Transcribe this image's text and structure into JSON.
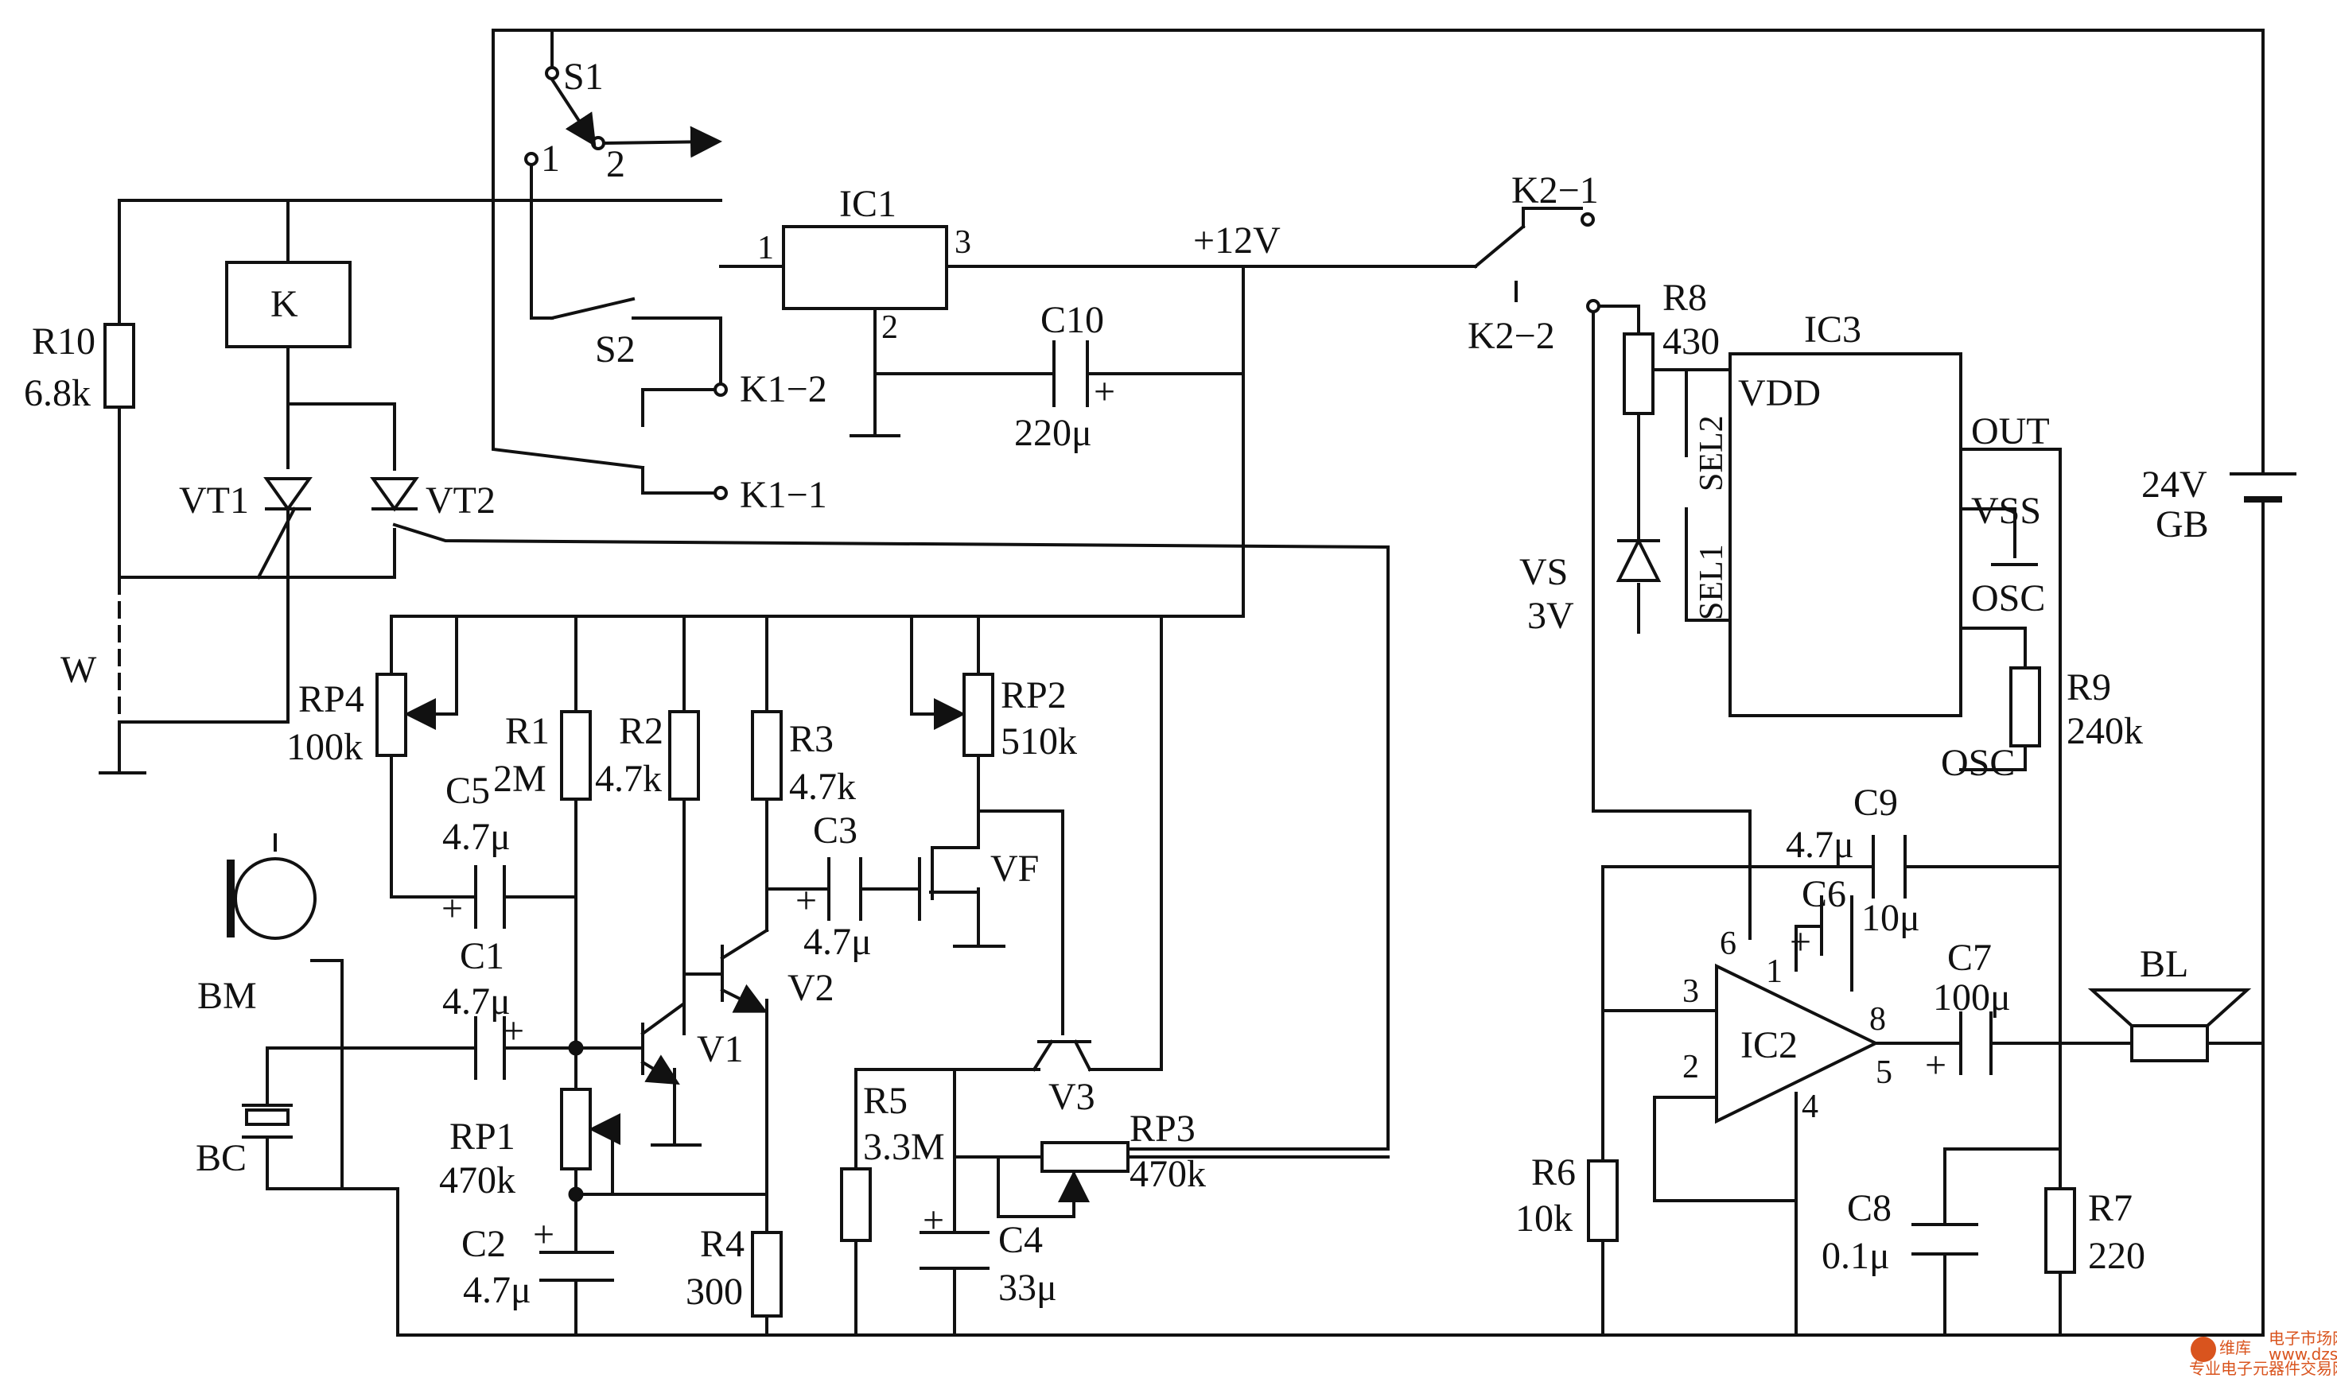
{
  "labels": {
    "s1": "S1",
    "s1_pos1": "1",
    "s1_pos2": "2",
    "s2": "S2",
    "ic1": "IC1",
    "ic1_pin1": "1",
    "ic1_pin2": "2",
    "ic1_pin3": "3",
    "v12": "+12V",
    "k1_2": "K1−2",
    "k1_1": "K1−1",
    "k2_1": "K2−1",
    "k2_2": "K2−2",
    "k": "K",
    "r10": "R10",
    "r10_val": "6.8k",
    "vt1": "VT1",
    "vt2": "VT2",
    "w": "W",
    "c10": "C10",
    "c10_val": "220μ",
    "r8": "R8",
    "r8_val": "430",
    "ic3": "IC3",
    "vdd": "VDD",
    "sel2": "SEL2",
    "sel1": "SEL1",
    "out": "OUT",
    "vss": "VSS",
    "osc_top": "OSC",
    "osc_bot": "OSC",
    "vs": "VS",
    "vs_val": "3V",
    "gb_v": "24V",
    "gb": "GB",
    "r9": "R9",
    "r9_val": "240k",
    "rp4": "RP4",
    "rp4_val": "100k",
    "r1": "R1",
    "r1_val": "2M",
    "r2": "R2",
    "r2_val": "4.7k",
    "r3": "R3",
    "r3_val": "4.7k",
    "rp2": "RP2",
    "rp2_val": "510k",
    "c5": "C5",
    "c5_val": "4.7μ",
    "c3": "C3",
    "c3_val": "4.7μ",
    "vf": "VF",
    "c9": "C9",
    "c9_val": "4.7μ",
    "c6": "C6",
    "c6_val": "10μ",
    "c7": "C7",
    "c7_val": "100μ",
    "bl": "BL",
    "c1": "C1",
    "c1_val": "4.7μ",
    "bm": "BM",
    "bc": "BC",
    "v1": "V1",
    "v2": "V2",
    "v3": "V3",
    "rp1": "RP1",
    "rp1_val": "470k",
    "c2": "C2",
    "c2_val": "4.7μ",
    "r4": "R4",
    "r4_val": "300",
    "r5": "R5",
    "r5_val": "3.3M",
    "rp3": "RP3",
    "rp3_val": "470k",
    "c4": "C4",
    "c4_val": "33μ",
    "ic2": "IC2",
    "ic2_pin1": "1",
    "ic2_pin2": "2",
    "ic2_pin3": "3",
    "ic2_pin4": "4",
    "ic2_pin5": "5",
    "ic2_pin6": "6",
    "ic2_pin8": "8",
    "r6": "R6",
    "r6_val": "10k",
    "c8": "C8",
    "c8_val": "0.1μ",
    "r7": "R7",
    "r7_val": "220",
    "plus": "+"
  },
  "watermark": {
    "brand": "维库",
    "site": "电子市场网",
    "url": "www.dzsc.com",
    "tagline": "专业电子元器件交易网站",
    "color": "#d9541e"
  }
}
